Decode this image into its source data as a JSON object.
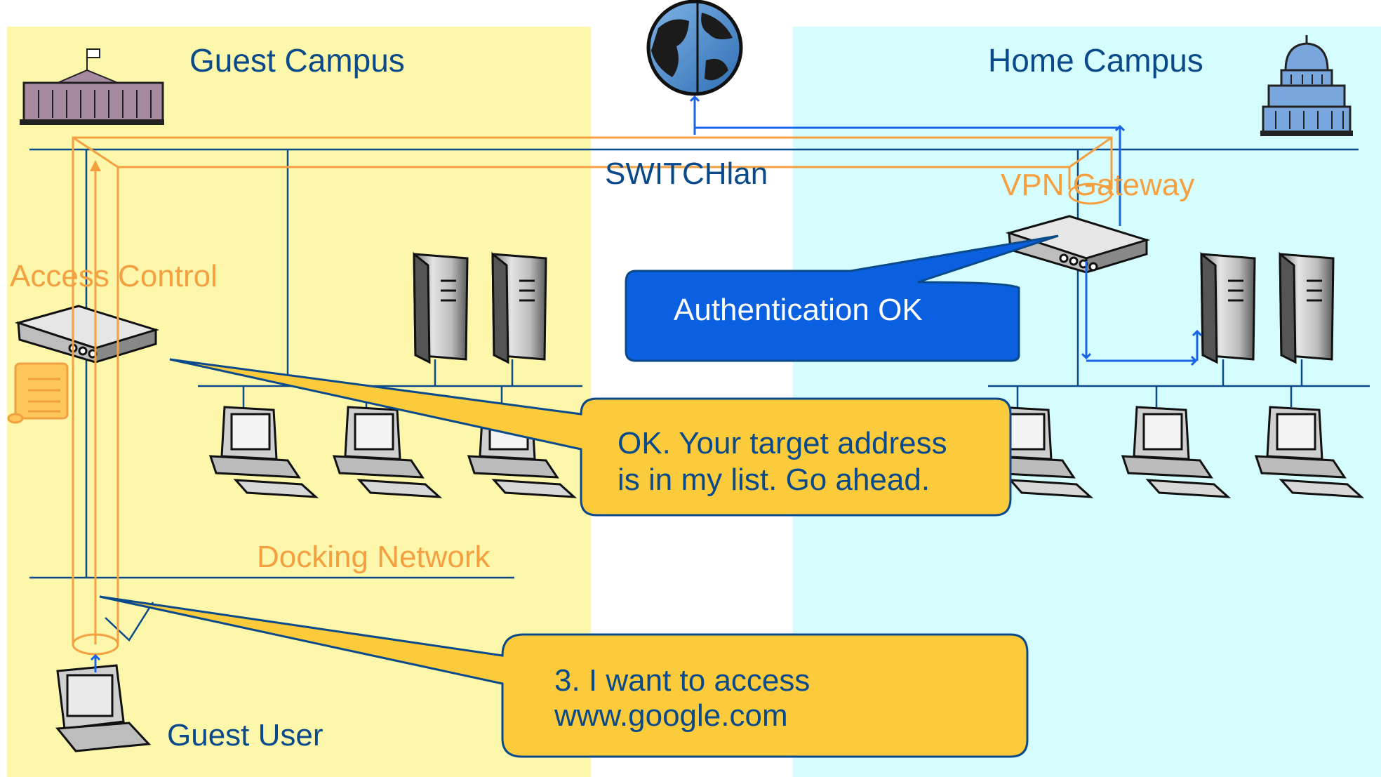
{
  "labels": {
    "guest_campus": "Guest Campus",
    "home_campus": "Home Campus",
    "switchlan": "SWITCHlan",
    "vpn_gateway": "VPN Gateway",
    "access_control": "Access Control",
    "docking_network": "Docking Network",
    "guest_user": "Guest User"
  },
  "callouts": {
    "auth": "Authentication OK",
    "ok_line1": "OK. Your target address",
    "ok_line2": "is in my list. Go ahead.",
    "req_line1": "3. I want to access",
    "req_line2": "www.google.com"
  },
  "colors": {
    "guest_zone": "#fdf7ab",
    "home_zone": "#d6fdfd",
    "network_line": "#0a4a8a",
    "label_text": "#0a4a8a",
    "orange": "#f5a040",
    "blue_arrow": "#1a64e8",
    "callout_yellow": "#fccb3c",
    "callout_blue": "#0a60e0"
  }
}
